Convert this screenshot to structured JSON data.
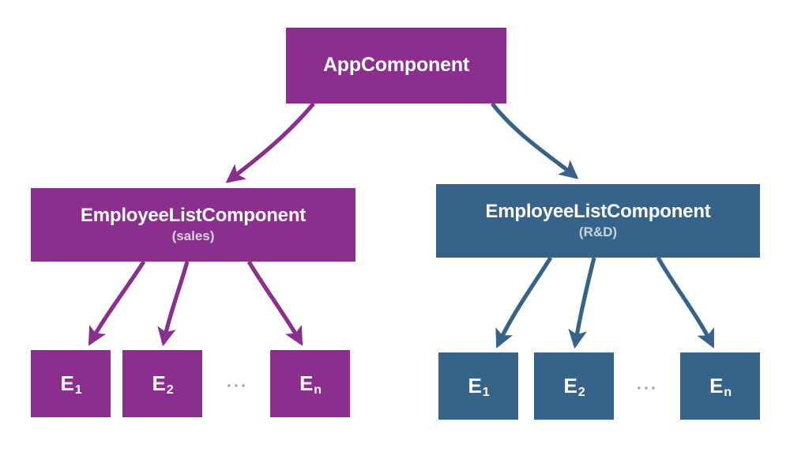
{
  "diagram": {
    "title": "Angular component tree with two EmployeeListComponent branches",
    "colors": {
      "purple": "#8B2F8F",
      "blue": "#35638A",
      "background": "#ffffff",
      "node_text": "#ffffff",
      "subtitle_text": "#d9d2dd",
      "ellipsis_text": "#9aa3ab"
    }
  },
  "nodes": {
    "root": {
      "title": "AppComponent",
      "subtitle": "",
      "color": "purple"
    },
    "list_sales": {
      "title": "EmployeeListComponent",
      "subtitle": "(sales)",
      "color": "purple"
    },
    "list_rnd": {
      "title": "EmployeeListComponent",
      "subtitle": "(R&D)",
      "color": "blue"
    }
  },
  "leaves": {
    "sales": [
      {
        "base": "E",
        "sub": "1",
        "color": "purple"
      },
      {
        "base": "E",
        "sub": "2",
        "color": "purple"
      },
      {
        "base": "E",
        "sub": "n",
        "color": "purple"
      }
    ],
    "rnd": [
      {
        "base": "E",
        "sub": "1",
        "color": "blue"
      },
      {
        "base": "E",
        "sub": "2",
        "color": "blue"
      },
      {
        "base": "E",
        "sub": "n",
        "color": "blue"
      }
    ]
  },
  "ellipsis": {
    "sales": "···",
    "rnd": "···"
  },
  "edges": [
    {
      "from": "root",
      "to": "list_sales",
      "color": "purple"
    },
    {
      "from": "root",
      "to": "list_rnd",
      "color": "blue"
    },
    {
      "from": "list_sales",
      "to": "sales_e1",
      "color": "purple"
    },
    {
      "from": "list_sales",
      "to": "sales_e2",
      "color": "purple"
    },
    {
      "from": "list_sales",
      "to": "sales_en",
      "color": "purple"
    },
    {
      "from": "list_rnd",
      "to": "rnd_e1",
      "color": "blue"
    },
    {
      "from": "list_rnd",
      "to": "rnd_e2",
      "color": "blue"
    },
    {
      "from": "list_rnd",
      "to": "rnd_en",
      "color": "blue"
    }
  ]
}
